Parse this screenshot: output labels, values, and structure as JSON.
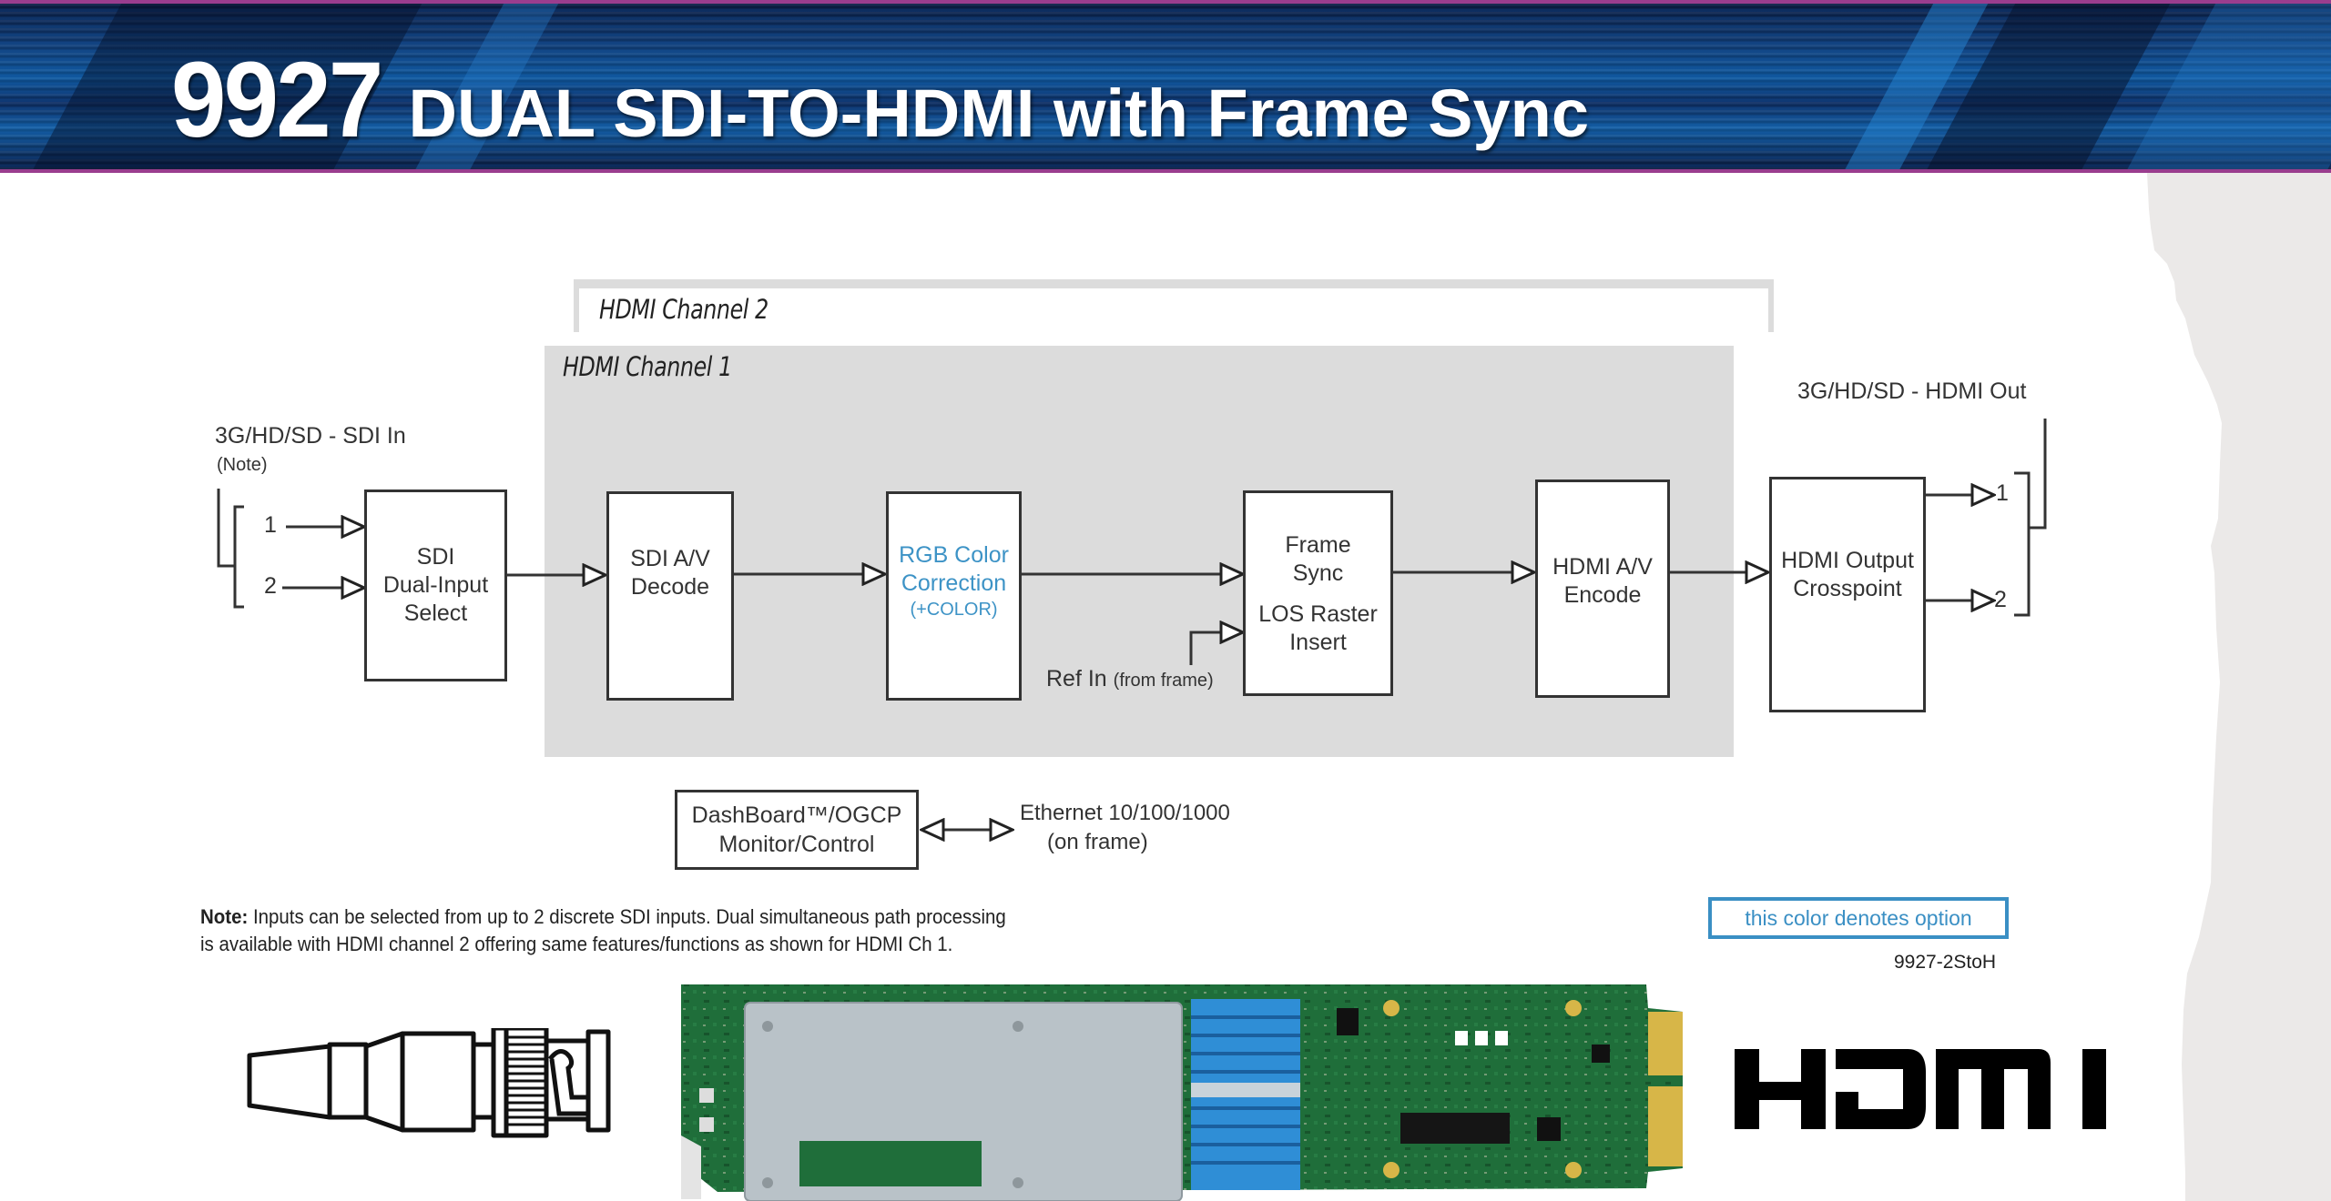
{
  "banner": {
    "model_number": "9927",
    "title": "DUAL SDI-TO-HDMI with Frame Sync",
    "accent_color": "#9a3d8e"
  },
  "diagram": {
    "channel2_label": "HDMI Channel 2",
    "channel1_label": "HDMI Channel 1",
    "input": {
      "label": "3G/HD/SD - SDI In",
      "note_ref": "(Note)",
      "ports": [
        "1",
        "2"
      ]
    },
    "output": {
      "label": "3G/HD/SD - HDMI Out",
      "ports": [
        "1",
        "2"
      ]
    },
    "blocks": {
      "sdi_select": [
        "SDI",
        "Dual-Input",
        "Select"
      ],
      "sdi_decode": [
        "SDI A/V",
        "Decode"
      ],
      "rgb_color": [
        "RGB Color",
        "Correction"
      ],
      "rgb_color_option": "(+COLOR)",
      "frame_sync": [
        "Frame",
        "Sync"
      ],
      "los_raster": [
        "LOS Raster",
        "Insert"
      ],
      "hdmi_encode": [
        "HDMI A/V",
        "Encode"
      ],
      "hdmi_crosspoint": [
        "HDMI Output",
        "Crosspoint"
      ],
      "dashboard": [
        "DashBoard™/OGCP",
        "Monitor/Control"
      ]
    },
    "ref_in": {
      "label": "Ref In",
      "sub": "(from frame)"
    },
    "ethernet": {
      "label": "Ethernet 10/100/1000",
      "sub": "(on frame)"
    },
    "option_color": "#3d93c6"
  },
  "footer": {
    "note_label": "Note:",
    "note_line1": "Inputs can be selected from up to 2 discrete SDI inputs. Dual simultaneous path processing",
    "note_line2": "is available with HDMI channel 2 offering same features/functions as shown for HDMI Ch 1.",
    "option_legend": "this color denotes option",
    "part_number": "9927-2StoH"
  },
  "images": {
    "bnc_connector": "bnc-connector-icon",
    "circuit_board": "openGear card photo",
    "hdmi_logo": "HDMI"
  }
}
